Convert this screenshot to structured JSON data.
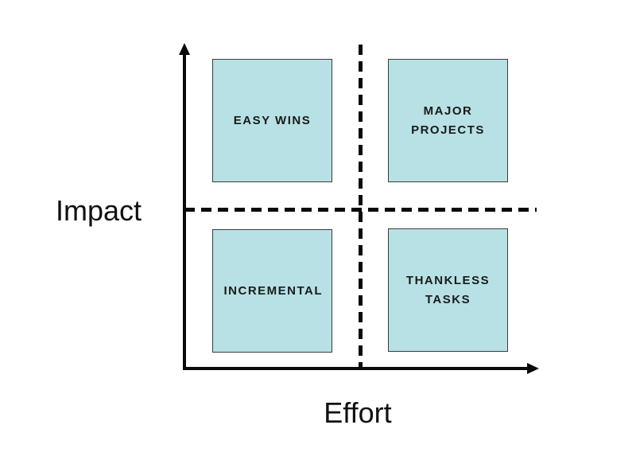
{
  "diagram": {
    "type": "impact-effort-matrix",
    "y_axis_label": "Impact",
    "x_axis_label": "Effort",
    "quadrants": [
      {
        "position": "top-left",
        "label": "EASY WINS"
      },
      {
        "position": "top-right",
        "label": "MAJOR PROJECTS"
      },
      {
        "position": "bottom-left",
        "label": "INCREMENTAL"
      },
      {
        "position": "bottom-right",
        "label": "THANKLESS TASKS"
      }
    ],
    "colors": {
      "quadrant_fill": "#b7e1e5",
      "quadrant_border": "#3c3c3c",
      "axis": "#0a0a0a",
      "text": "#1a1a1a",
      "background": "#ffffff"
    }
  }
}
